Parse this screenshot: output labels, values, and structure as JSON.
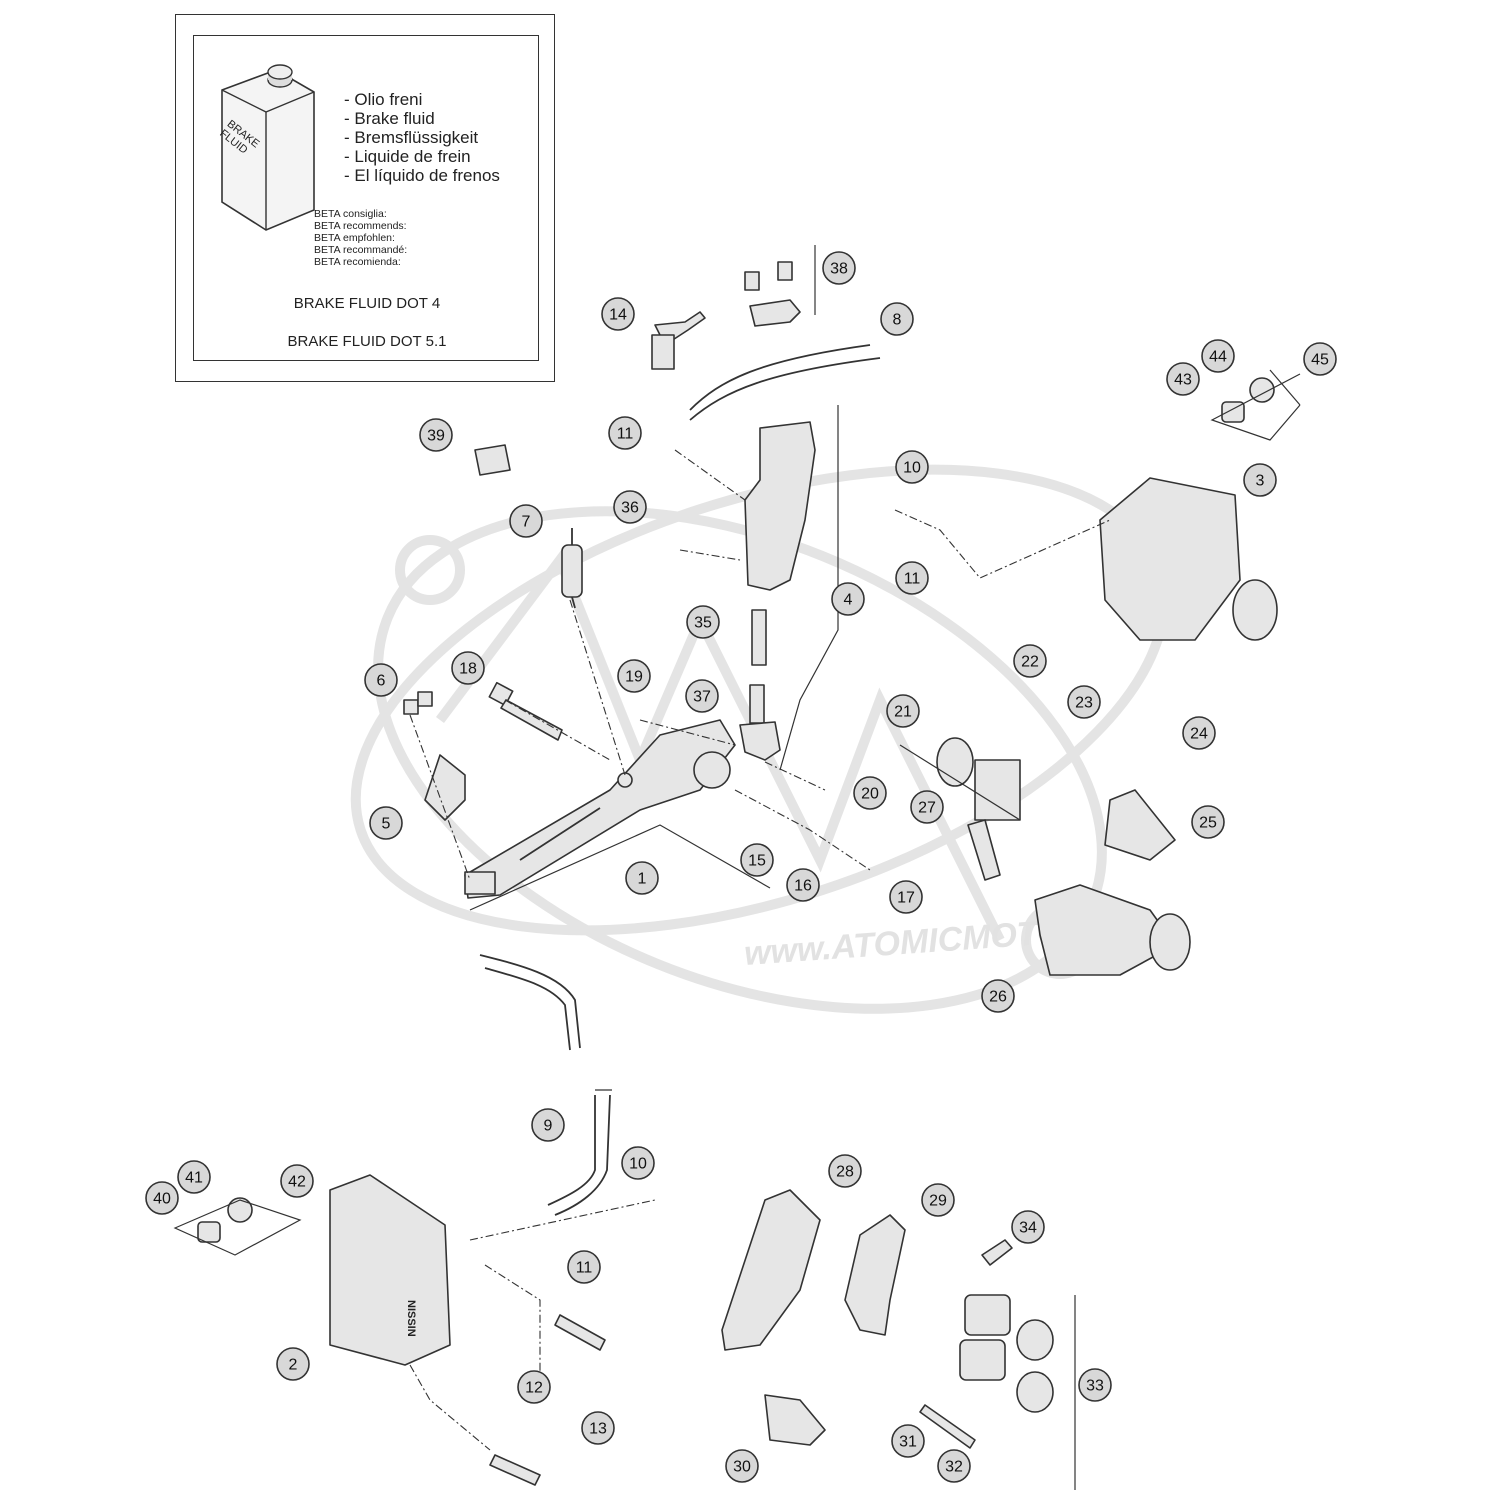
{
  "info_box": {
    "can_label": "BRAKE FLUID",
    "fluid_names": [
      "- Olio freni",
      "- Brake fluid",
      "- Bremsflüssigkeit",
      "- Liquide de frein",
      "- El líquido de frenos"
    ],
    "recommends": [
      "BETA consiglia:",
      "BETA recommends:",
      "BETA empfohlen:",
      "BETA recommandé:",
      "BETA recomienda:"
    ],
    "fluid_spec_1": "BRAKE FLUID DOT 4",
    "fluid_spec_2": "BRAKE FLUID DOT 5.1"
  },
  "caliper_brand": "NISSIN",
  "watermark": "www.ATOMICMOTO.fr",
  "callouts": [
    {
      "id": "c1",
      "label": "1"
    },
    {
      "id": "c2",
      "label": "2"
    },
    {
      "id": "c3",
      "label": "3"
    },
    {
      "id": "c4",
      "label": "4"
    },
    {
      "id": "c5",
      "label": "5"
    },
    {
      "id": "c6",
      "label": "6"
    },
    {
      "id": "c7",
      "label": "7"
    },
    {
      "id": "c8",
      "label": "8"
    },
    {
      "id": "c9",
      "label": "9"
    },
    {
      "id": "c10a",
      "label": "10"
    },
    {
      "id": "c10b",
      "label": "10"
    },
    {
      "id": "c11a",
      "label": "11"
    },
    {
      "id": "c11b",
      "label": "11"
    },
    {
      "id": "c11c",
      "label": "11"
    },
    {
      "id": "c12",
      "label": "12"
    },
    {
      "id": "c13",
      "label": "13"
    },
    {
      "id": "c14",
      "label": "14"
    },
    {
      "id": "c15",
      "label": "15"
    },
    {
      "id": "c16",
      "label": "16"
    },
    {
      "id": "c17",
      "label": "17"
    },
    {
      "id": "c18",
      "label": "18"
    },
    {
      "id": "c19",
      "label": "19"
    },
    {
      "id": "c20",
      "label": "20"
    },
    {
      "id": "c21",
      "label": "21"
    },
    {
      "id": "c22",
      "label": "22"
    },
    {
      "id": "c23",
      "label": "23"
    },
    {
      "id": "c24",
      "label": "24"
    },
    {
      "id": "c25",
      "label": "25"
    },
    {
      "id": "c26",
      "label": "26"
    },
    {
      "id": "c27",
      "label": "27"
    },
    {
      "id": "c28",
      "label": "28"
    },
    {
      "id": "c29",
      "label": "29"
    },
    {
      "id": "c30",
      "label": "30"
    },
    {
      "id": "c31",
      "label": "31"
    },
    {
      "id": "c32",
      "label": "32"
    },
    {
      "id": "c33",
      "label": "33"
    },
    {
      "id": "c34",
      "label": "34"
    },
    {
      "id": "c35",
      "label": "35"
    },
    {
      "id": "c36",
      "label": "36"
    },
    {
      "id": "c37",
      "label": "37"
    },
    {
      "id": "c38",
      "label": "38"
    },
    {
      "id": "c39",
      "label": "39"
    },
    {
      "id": "c40",
      "label": "40"
    },
    {
      "id": "c41",
      "label": "41"
    },
    {
      "id": "c42",
      "label": "42"
    },
    {
      "id": "c43",
      "label": "43"
    },
    {
      "id": "c44",
      "label": "44"
    },
    {
      "id": "c45",
      "label": "45"
    }
  ]
}
